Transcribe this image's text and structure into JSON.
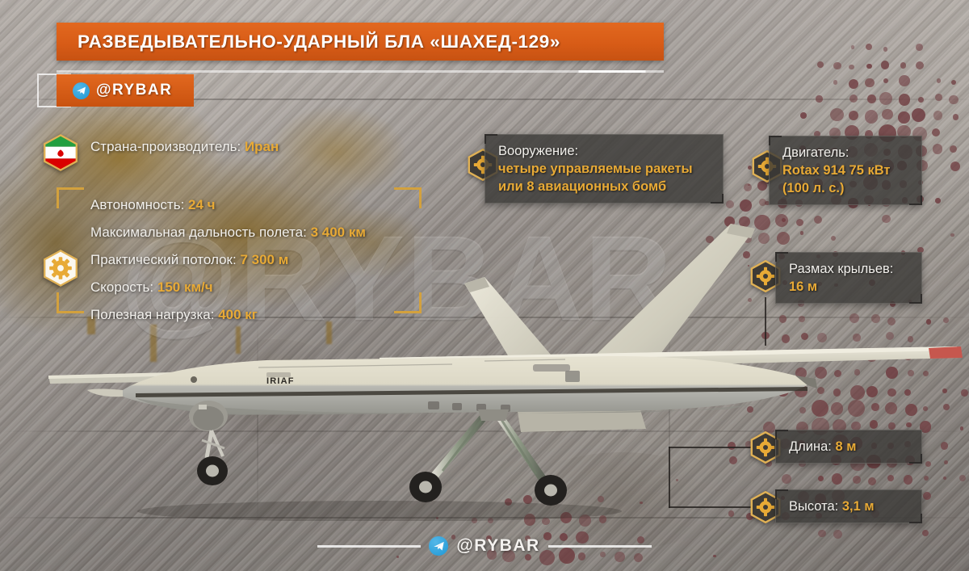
{
  "header": {
    "title": "РАЗВЕДЫВАТЕЛЬНО-УДАРНЫЙ БЛА «ШАХЕД-129»",
    "brand": "@RYBAR",
    "telegram_icon": "telegram-icon",
    "accent_color": "#d85c17"
  },
  "watermark": {
    "text": "@RYBAR"
  },
  "country": {
    "icon": "iran-flag-icon",
    "label": "Страна-производитель:",
    "value": "Иран"
  },
  "specs": {
    "icon": "gear-icon",
    "items": [
      {
        "label": "Автономность:",
        "value": "24 ч"
      },
      {
        "label": "Максимальная дальность полета:",
        "value": "3 400 км"
      },
      {
        "label": "Практический потолок:",
        "value": "7 300 м"
      },
      {
        "label": "Скорость:",
        "value": "150 км/ч"
      },
      {
        "label": "Полезная нагрузка:",
        "value": "400 кг"
      }
    ]
  },
  "armament": {
    "icon": "gear-icon",
    "label": "Вооружение:",
    "value_line1": "четыре управляемые ракеты",
    "value_line2": "или 8 авиационных бомб"
  },
  "engine": {
    "icon": "gear-icon",
    "label": "Двигатель:",
    "value_line1": "Rotax 914 75 кВт",
    "value_line2": "(100 л. с.)"
  },
  "wingspan": {
    "icon": "gear-icon",
    "label": "Размах крыльев:",
    "value": "16 м"
  },
  "length": {
    "icon": "gear-icon",
    "label": "Длина:",
    "value": "8 м"
  },
  "height": {
    "icon": "gear-icon",
    "label": "Высота:",
    "value": "3,1 м"
  },
  "aircraft": {
    "marking": "IRIAF"
  },
  "footer": {
    "brand": "@RYBAR",
    "telegram_icon": "telegram-icon"
  },
  "palette": {
    "orange": "#d85c17",
    "gold": "#e8aa36",
    "gold_frame": "#d3a13d",
    "panel_bg": "rgba(58,56,54,.80)",
    "halftone_dot": "#6e3a3e",
    "text_white": "#f2f0ec"
  }
}
